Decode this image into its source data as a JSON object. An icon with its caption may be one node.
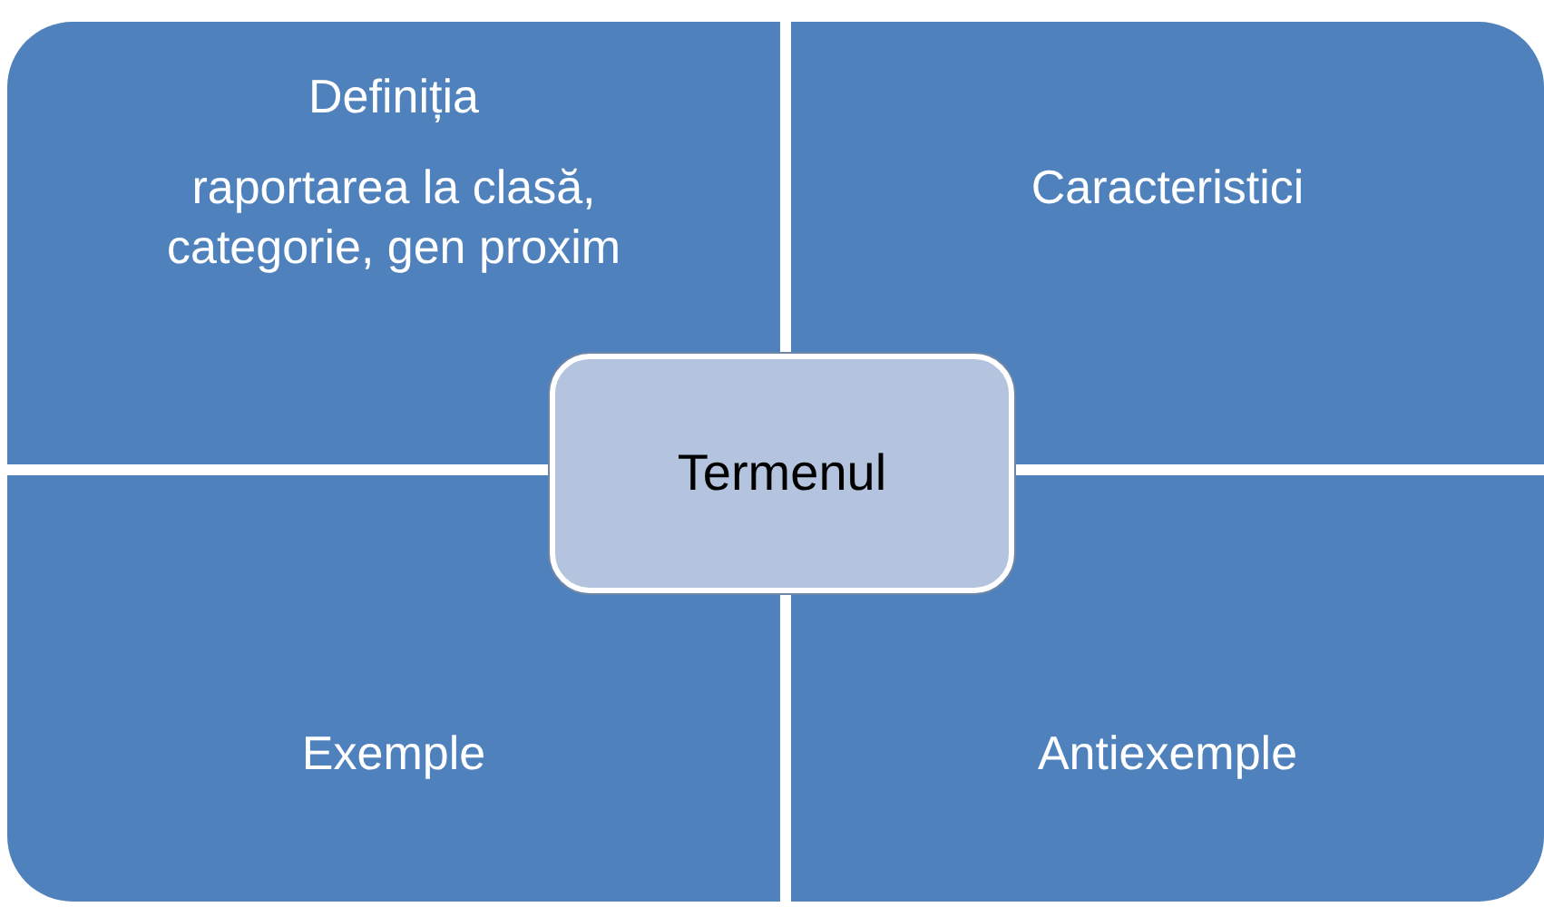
{
  "diagram": {
    "nodes": [
      {
        "text": [
          "Definiția",
          "raportarea la clasă, categorie, gen proxim"
        ]
      },
      {
        "text": [
          "Caracteristici"
        ]
      },
      {
        "text": [
          "Exemple"
        ]
      },
      {
        "text": [
          "Antiexemple"
        ]
      },
      {
        "text": [
          "Termenul"
        ]
      }
    ]
  }
}
